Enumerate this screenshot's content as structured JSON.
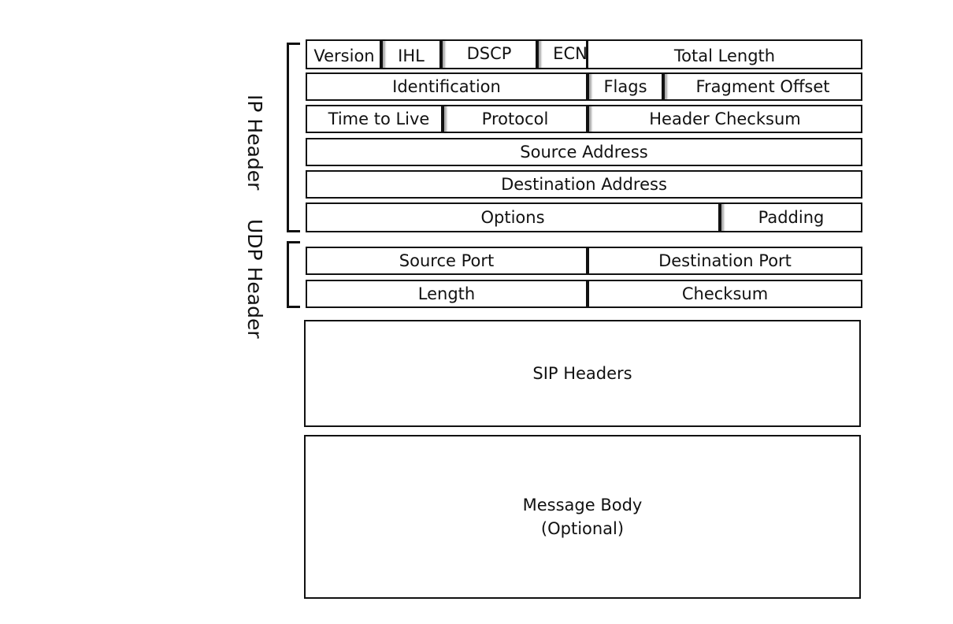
{
  "ip_header_label": "IP Header",
  "udp_header_label": "UDP Header",
  "ip_rows": [
    [
      "Version",
      "IHL",
      "DSCP",
      "ECN",
      "Total Length"
    ],
    [
      "Identification",
      "Flags",
      "Fragment Offset"
    ],
    [
      "Time to Live",
      "Protocol",
      "Header Checksum"
    ],
    [
      "Source Address"
    ],
    [
      "Destination Address"
    ],
    [
      "Options",
      "Padding"
    ]
  ],
  "udp_rows": [
    [
      "Source Port",
      "Destination Port"
    ],
    [
      "Length",
      "Checksum"
    ]
  ],
  "sip_headers": "SIP Headers",
  "message_body": {
    "line1": "Message Body",
    "line2": "(Optional)"
  }
}
